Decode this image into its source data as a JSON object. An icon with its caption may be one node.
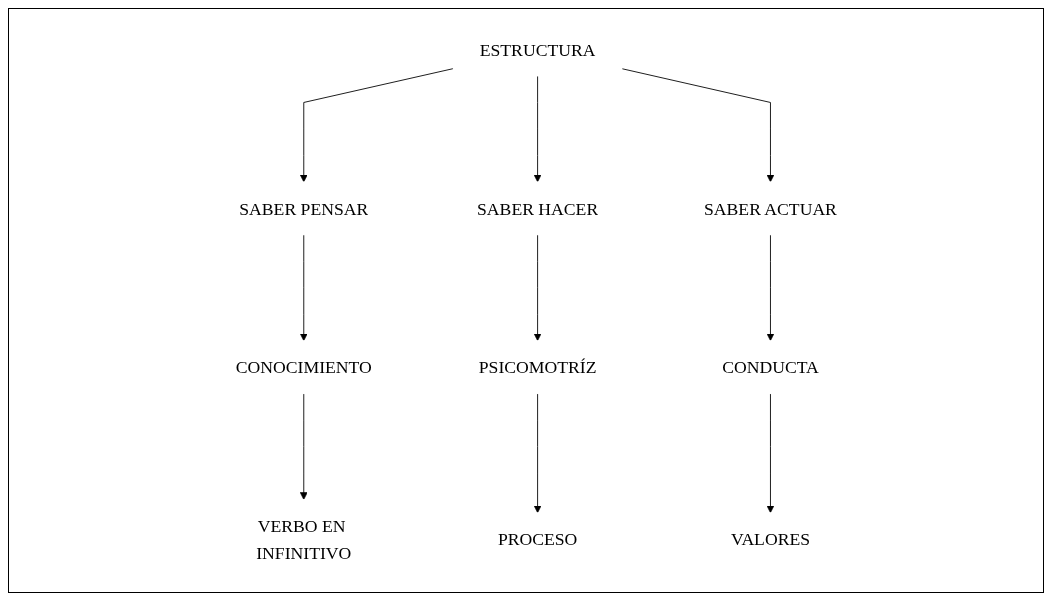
{
  "diagram": {
    "nodes": [
      {
        "text": [
          "ESTRUCTURA"
        ]
      },
      {
        "text": [
          "SABER PENSAR"
        ]
      },
      {
        "text": [
          "SABER HACER"
        ]
      },
      {
        "text": [
          "SABER ACTUAR"
        ]
      },
      {
        "text": [
          "CONOCIMIENTO"
        ]
      },
      {
        "text": [
          "PSICOMOTRÍZ"
        ]
      },
      {
        "text": [
          "CONDUCTA"
        ]
      },
      {
        "text": [
          "VERBO EN INFINITIVO"
        ]
      },
      {
        "text": [
          "PROCESO"
        ]
      },
      {
        "text": [
          "VALORES"
        ]
      }
    ],
    "edges": [
      {
        "from": 0,
        "to": 1,
        "arrow": "to"
      },
      {
        "from": 0,
        "to": 2,
        "arrow": "to"
      },
      {
        "from": 0,
        "to": 3,
        "arrow": "to"
      },
      {
        "from": 1,
        "to": 4,
        "arrow": "to"
      },
      {
        "from": 2,
        "to": 5,
        "arrow": "to"
      },
      {
        "from": 3,
        "to": 6,
        "arrow": "to"
      },
      {
        "from": 4,
        "to": 7,
        "arrow": "to"
      },
      {
        "from": 5,
        "to": 8,
        "arrow": "to"
      },
      {
        "from": 6,
        "to": 9,
        "arrow": "to"
      }
    ]
  }
}
